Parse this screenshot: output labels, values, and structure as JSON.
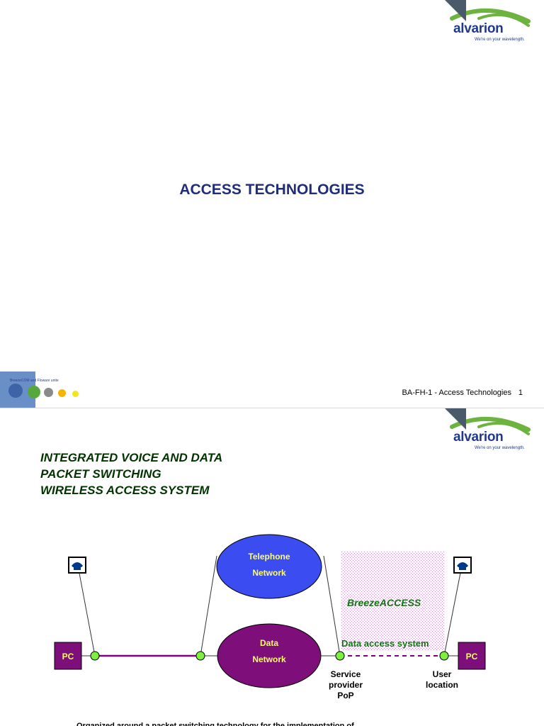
{
  "brand": {
    "logo_word": "alvarion",
    "logo_tagline": "We're on your wavelength.",
    "colors": {
      "navy": "#1f3a8a",
      "green": "#6cb33f",
      "dark_corner": "#4a5a6b"
    }
  },
  "slide1": {
    "title": "ACCESS TECHNOLOGIES",
    "footer_logo_caption": "BreezeCOM and Floware unite",
    "footer_text": "BA-FH-1 - Access Technologies",
    "page_number": "1"
  },
  "slide2": {
    "headline_lines": [
      "INTEGRATED VOICE AND DATA",
      "PACKET SWITCHING",
      "WIRELESS ACCESS SYSTEM"
    ],
    "diagram": {
      "telephone_network": [
        "Telephone",
        "Network"
      ],
      "data_network": [
        "Data",
        "Network"
      ],
      "pc_left": "PC",
      "pc_right": "PC",
      "breezeaccess": "BreezeACCESS",
      "data_access_system": "Data access system",
      "service_provider": [
        "Service",
        "provider",
        "PoP"
      ],
      "user_location": [
        "User",
        "location"
      ],
      "phone_icon_left": "telephone-icon",
      "phone_icon_right": "telephone-icon",
      "colors": {
        "telephone_fill": "#3b4cf0",
        "data_fill": "#7d0e7a",
        "pc_fill": "#7d0e7a",
        "node_fill": "#7cf03c",
        "label_yellow": "#ffff66",
        "text_green": "#0a7a0a",
        "link_purple": "#800080"
      }
    },
    "bottom_text": "Organized around a packet switching technology for the implementation of"
  }
}
